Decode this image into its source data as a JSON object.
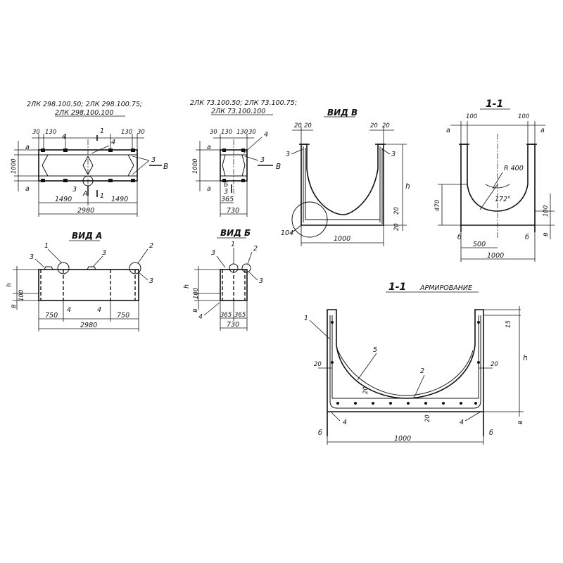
{
  "plan_left": {
    "title_line1": "2ЛК 298.100.50; 2ЛК 298.100.75;",
    "title_line2": "2ЛК 298.100.100",
    "top_dims": [
      "30",
      "130",
      "130",
      "30"
    ],
    "width_dim": "1000",
    "edge_labels": [
      "а",
      "а"
    ],
    "bottom_dims": [
      "1490",
      "1490"
    ],
    "total_dim": "2980",
    "callouts": [
      "4",
      "4",
      "3",
      "3",
      "1",
      "1",
      "А",
      "В"
    ]
  },
  "plan_right": {
    "title_line1": "2ЛК 73.100.50; 2ЛК 73.100.75;",
    "title_line2": "2ЛК 73.100.100",
    "top_dims": [
      "30",
      "130",
      "130",
      "30"
    ],
    "width_dim": "1000",
    "edge_labels": [
      "а",
      "а"
    ],
    "dims": [
      "365",
      "730"
    ],
    "callouts": [
      "4",
      "3",
      "3",
      "Б",
      "В"
    ]
  },
  "vid_v": {
    "title": "ВИД В",
    "top_dims": [
      "20",
      "20",
      "20",
      "20"
    ],
    "right_dims": [
      "20",
      "20"
    ],
    "height_label": "h",
    "bottom_dim": "1000",
    "callouts": [
      "3",
      "3",
      "104"
    ]
  },
  "section_1": {
    "title": "1-1",
    "top_dims": [
      "100",
      "100"
    ],
    "edge_labels": [
      "а",
      "а"
    ],
    "radius": "R 400",
    "angle": "172°",
    "left_dim": "470",
    "right_dims": [
      "100",
      "в"
    ],
    "bottom_dims": [
      "500",
      "1000"
    ],
    "foot_labels": [
      "б",
      "б"
    ]
  },
  "vid_a": {
    "title": "ВИД А",
    "callouts": [
      "1",
      "2",
      "3",
      "3",
      "3",
      "4",
      "4"
    ],
    "left_dims": [
      "h",
      "100",
      "в"
    ],
    "bottom_dims": [
      "750",
      "750",
      "2980"
    ]
  },
  "vid_b": {
    "title": "ВИД Б",
    "callouts": [
      "1",
      "2",
      "3",
      "3",
      "4"
    ],
    "left_dims": [
      "h",
      "100",
      "в"
    ],
    "bottom_dims": [
      "365",
      "365",
      "730"
    ]
  },
  "section_arm": {
    "title": "1-1",
    "subtitle": "АРМИРОВАНИЕ",
    "callouts": [
      "1",
      "2",
      "5",
      "4",
      "4"
    ],
    "dims": [
      "15",
      "20",
      "20",
      "20",
      "20"
    ],
    "height_label": "h",
    "right_label": "в",
    "foot_labels": [
      "б",
      "б"
    ],
    "bottom_dim": "1000"
  }
}
